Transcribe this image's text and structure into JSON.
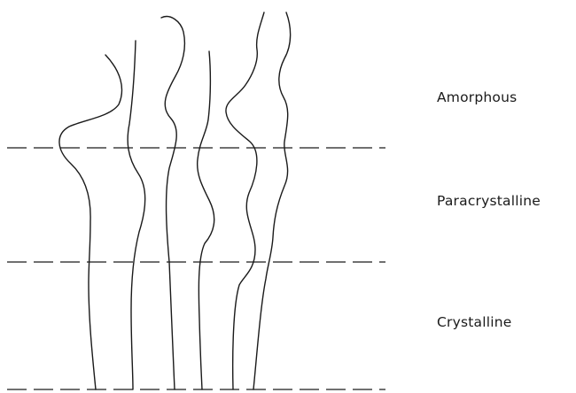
{
  "regions": [
    {
      "key": "amorphous",
      "label": "Amorphous"
    },
    {
      "key": "paracrystalline",
      "label": "Paracrystalline"
    },
    {
      "key": "crystalline",
      "label": "Crystalline"
    }
  ],
  "colors": {
    "line": "#1a1a1a",
    "background": "#ffffff"
  }
}
